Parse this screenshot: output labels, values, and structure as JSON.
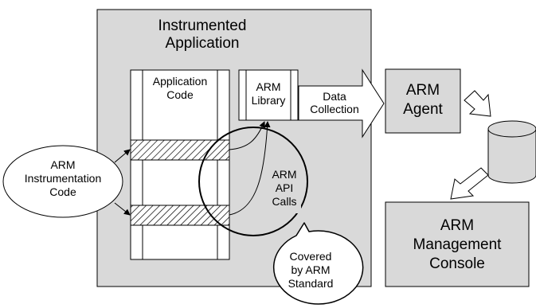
{
  "diagram": {
    "instrumented_application": {
      "title_line1": "Instrumented",
      "title_line2": "Application"
    },
    "application_code": {
      "line1": "Application",
      "line2": "Code"
    },
    "arm_library": {
      "line1": "ARM",
      "line2": "Library"
    },
    "data_collection_arrow": {
      "line1": "Data",
      "line2": "Collection"
    },
    "arm_agent": {
      "line1": "ARM",
      "line2": "Agent"
    },
    "arm_management_console": {
      "line1": "ARM",
      "line2": "Management",
      "line3": "Console"
    },
    "arm_instrumentation_code": {
      "line1": "ARM",
      "line2": "Instrumentation",
      "line3": "Code"
    },
    "arm_api_calls": {
      "line1": "ARM",
      "line2": "API",
      "line3": "Calls"
    },
    "covered_by_standard": {
      "line1": "Covered",
      "line2": "by ARM",
      "line3": "Standard"
    },
    "colors": {
      "box_fill": "#d9d9d9",
      "stroke": "#000000",
      "background": "#ffffff"
    }
  }
}
